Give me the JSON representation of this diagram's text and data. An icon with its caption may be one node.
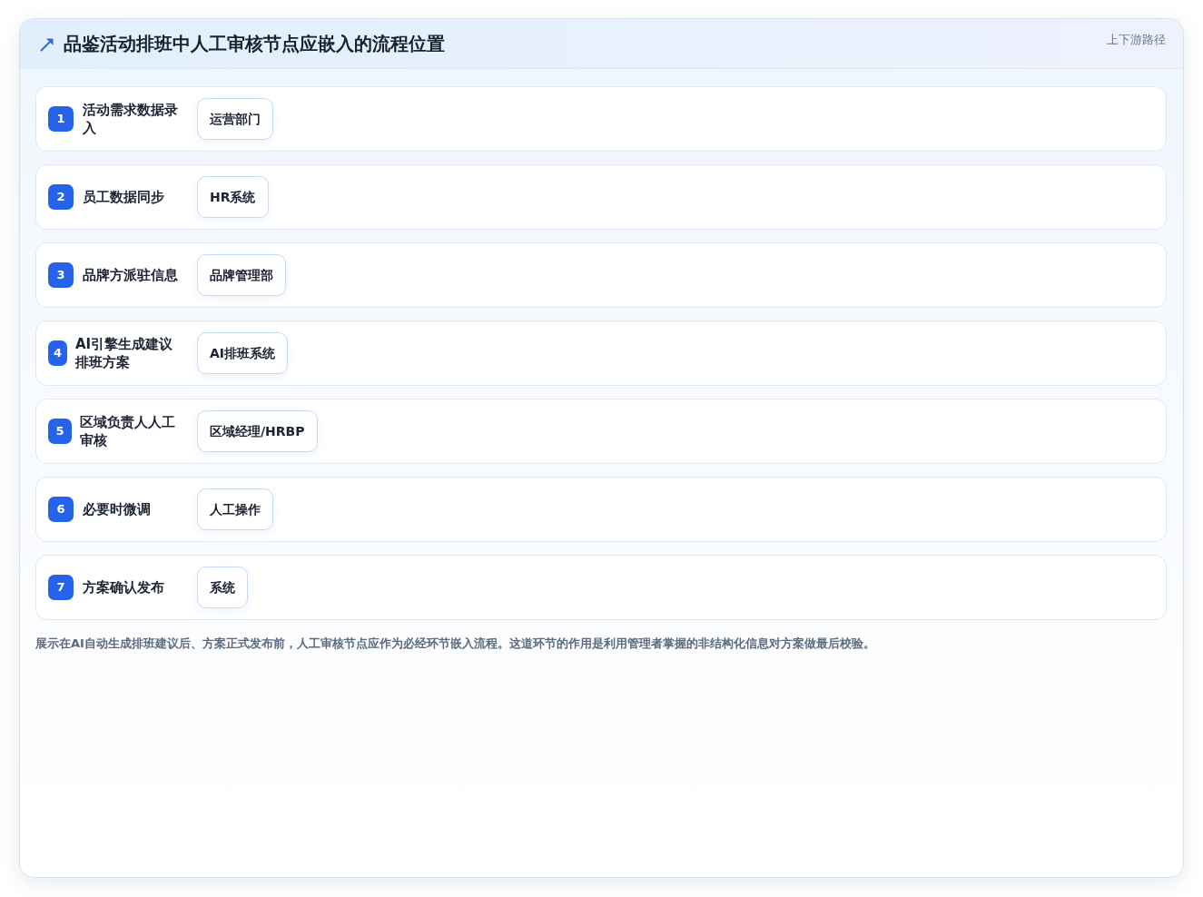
{
  "diagram": {
    "title": "品鉴活动排班中人工审核节点应嵌入的流程位置",
    "caption": "展示在AI自动生成排班建议后、方案正式发布前，人工审核节点应作为必经环节嵌入流程。这道环节的作用是利用管理者掌握的非结构化信息对方案做最后校验。",
    "nodes": [
      {
        "text": [
          "活动需求数据录入"
        ]
      },
      {
        "text": [
          "1"
        ],
        "in": 0
      },
      {
        "text": [
          "运营部门"
        ],
        "in": 0
      },
      {
        "text": [
          "员工数据同步"
        ]
      },
      {
        "text": [
          "2"
        ],
        "in": 3
      },
      {
        "text": [
          "HR系统"
        ],
        "in": 3
      },
      {
        "text": [
          "品牌方派驻信息"
        ]
      },
      {
        "text": [
          "3"
        ],
        "in": 6
      },
      {
        "text": [
          "品牌管理部"
        ],
        "in": 6
      },
      {
        "text": [
          "AI引擎生成建议排班方案"
        ]
      },
      {
        "text": [
          "4"
        ],
        "in": 9
      },
      {
        "text": [
          "AI排班系统"
        ],
        "in": 9
      },
      {
        "text": [
          "区域负责人人工审核"
        ]
      },
      {
        "text": [
          "5"
        ],
        "in": 12
      },
      {
        "text": [
          "区域经理/HRBP"
        ],
        "in": 12
      },
      {
        "text": [
          "必要时微调"
        ]
      },
      {
        "text": [
          "6"
        ],
        "in": 15
      },
      {
        "text": [
          "人工操作"
        ],
        "in": 15
      },
      {
        "text": [
          "方案确认发布"
        ]
      },
      {
        "text": [
          "7"
        ],
        "in": 18
      },
      {
        "text": [
          "系统"
        ],
        "in": 18
      }
    ],
    "labels": [
      "上下游路径"
    ]
  }
}
